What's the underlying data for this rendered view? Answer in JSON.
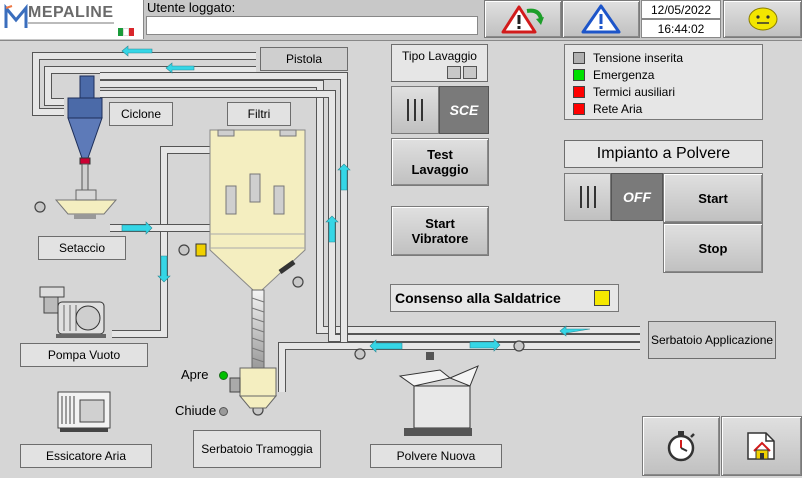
{
  "header": {
    "logo_text": "MEPALINE",
    "logged_user_label": "Utente loggato:",
    "logged_user_value": "",
    "date": "12/05/2022",
    "time": "16:44:02"
  },
  "labels": {
    "pistola": "Pistola",
    "ciclone": "Ciclone",
    "filtri": "Filtri",
    "setaccio": "Setaccio",
    "pompa_vuoto": "Pompa Vuoto",
    "essicatore_aria": "Essicatore Aria",
    "serbatoio_tramoggia": "Serbatoio Tramoggia",
    "polvere_nuova": "Polvere Nuova",
    "serbatoio_applicazione": "Serbatoio Applicazione",
    "apre": "Apre",
    "chiude": "Chiude"
  },
  "tipo_lavaggio": {
    "title": "Tipo Lavaggio",
    "mode": "SCE"
  },
  "buttons": {
    "test_lavaggio": "Test Lavaggio",
    "start_vibratore": "Start Vibratore",
    "start": "Start",
    "stop": "Stop"
  },
  "impianto": {
    "title": "Impianto a Polvere",
    "mode": "OFF"
  },
  "consenso": {
    "label": "Consenso alla Saldatrice",
    "color": "#f5e800"
  },
  "status_legend": [
    {
      "label": "Tensione inserita",
      "color": "#b0b0b0"
    },
    {
      "label": "Emergenza",
      "color": "#00e000"
    },
    {
      "label": "Termici ausiliari",
      "color": "#ff0000"
    },
    {
      "label": "Rete Aria",
      "color": "#ff0000"
    }
  ],
  "valves": {
    "apre_color": "#00c000",
    "chiude_color": "#9a9a9a"
  },
  "icons": {
    "alarm_reset": "alarm-reset-icon",
    "warning": "warning-icon",
    "smiley": "smiley-icon",
    "stopwatch": "stopwatch-icon",
    "home": "home-icon"
  },
  "colors": {
    "pipe_arrow": "#35d6e6",
    "hopper": "#f4eec0"
  }
}
